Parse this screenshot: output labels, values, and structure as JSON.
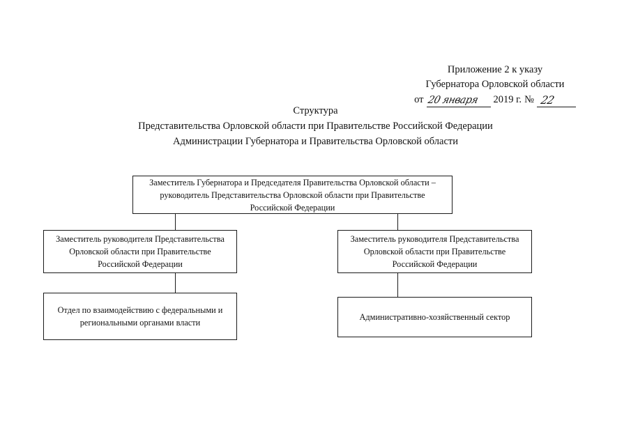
{
  "header": {
    "line1": "Приложение 2 к указу",
    "line2": "Губернатора Орловской области",
    "date_prefix": "от",
    "date_handwritten": "20 января",
    "year": "2019 г.",
    "number_label": "№",
    "number_handwritten": "22"
  },
  "title": {
    "line1": "Структура",
    "line2": "Представительства Орловской области при Правительстве Российской Федерации",
    "line3": "Администрации Губернатора и Правительства Орловской области"
  },
  "chart_data": {
    "type": "diagram",
    "orientation": "top-down",
    "nodes": [
      {
        "id": "root",
        "level": 0,
        "text": "Заместитель Губернатора и Председателя Правительства Орловской области – руководитель Представительства Орловской области при Правительстве Российской Федерации"
      },
      {
        "id": "deputy-left",
        "level": 1,
        "text": "Заместитель руководителя Представительства Орловской области при Правительстве Российской Федерации"
      },
      {
        "id": "deputy-right",
        "level": 1,
        "text": "Заместитель руководителя Представительства Орловской области при Правительстве Российской Федерации"
      },
      {
        "id": "unit-left",
        "level": 2,
        "text": "Отдел по взаимодействию с федеральными и региональными органами власти"
      },
      {
        "id": "unit-right",
        "level": 2,
        "text": "Административно-хозяйственный сектор"
      }
    ],
    "edges": [
      {
        "from": "root",
        "to": "deputy-left"
      },
      {
        "from": "root",
        "to": "deputy-right"
      },
      {
        "from": "deputy-left",
        "to": "unit-left"
      },
      {
        "from": "deputy-right",
        "to": "unit-right"
      }
    ],
    "colors": {
      "line": "#1a1a1a",
      "background": "#ffffff",
      "text": "#111111"
    }
  }
}
